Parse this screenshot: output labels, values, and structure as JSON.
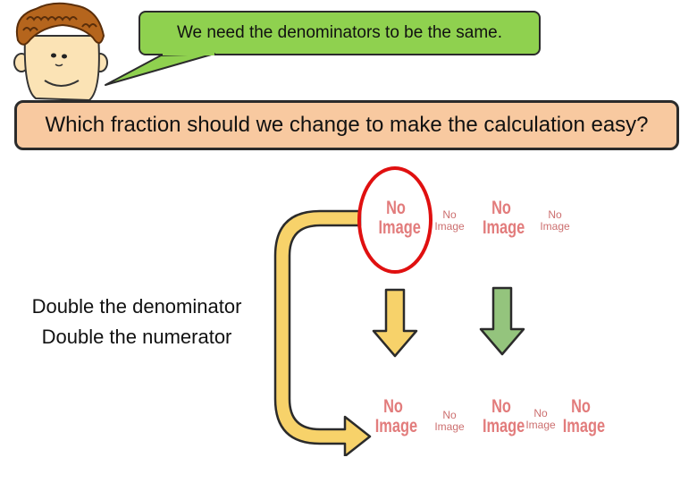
{
  "speech_bubble": {
    "text": "We need the denominators to be the same."
  },
  "question": {
    "text": "Which fraction should we change to make the calculation easy?"
  },
  "instructions": [
    "Double the denominator",
    "Double the numerator"
  ],
  "placeholder": {
    "line1": "No",
    "line2": "Image"
  },
  "colors": {
    "bubble": "#8fd14f",
    "question_box": "#f8c9a0",
    "loop_arrow": "#f7d26a",
    "down_arrow_yellow": "#f7d26a",
    "down_arrow_green": "#94c47d",
    "highlight_circle": "#e01010"
  }
}
